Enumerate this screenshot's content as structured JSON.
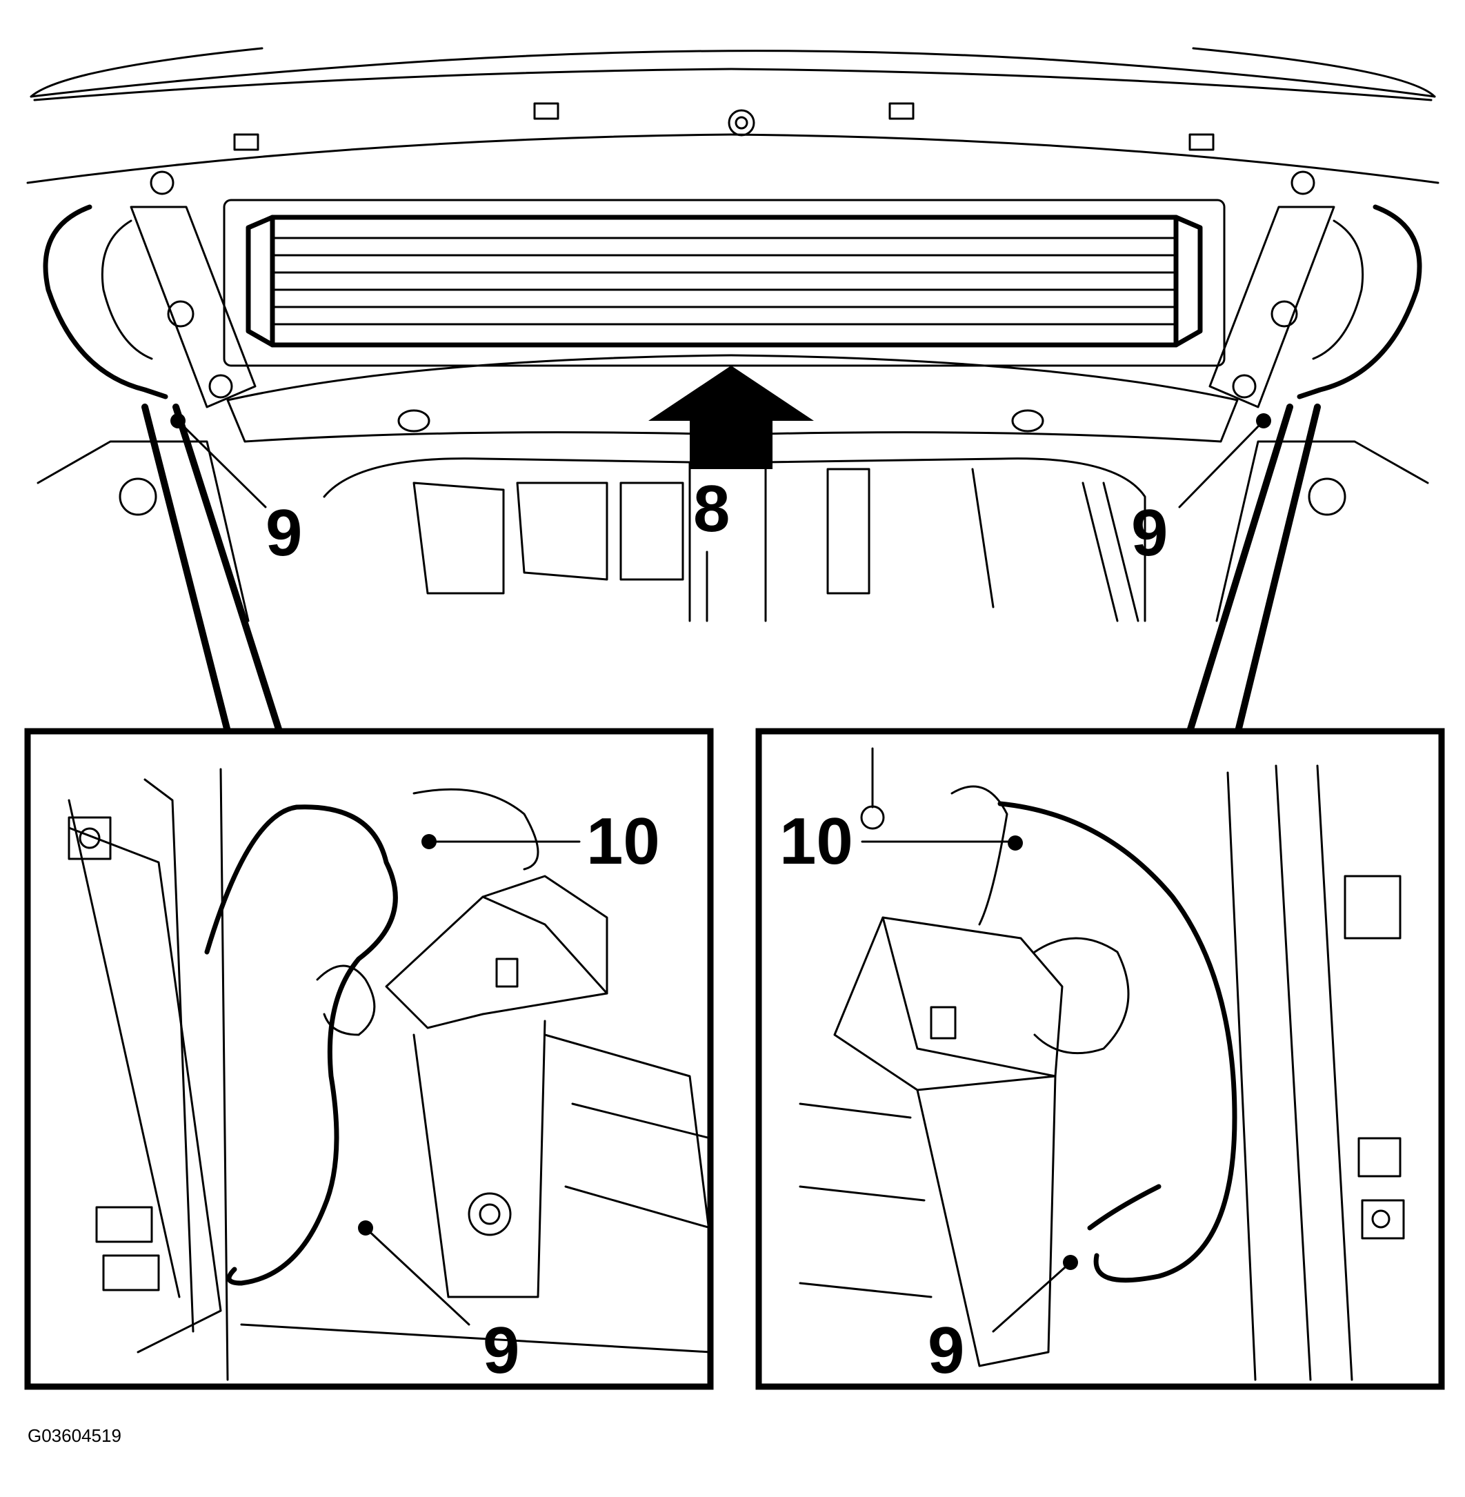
{
  "figure_id": "G03604519",
  "callouts": {
    "main_arrow": "8",
    "main_left": "9",
    "main_right": "9",
    "inset_left_top": "10",
    "inset_left_bottom": "9",
    "inset_right_top": "10",
    "inset_right_bottom": "9"
  }
}
